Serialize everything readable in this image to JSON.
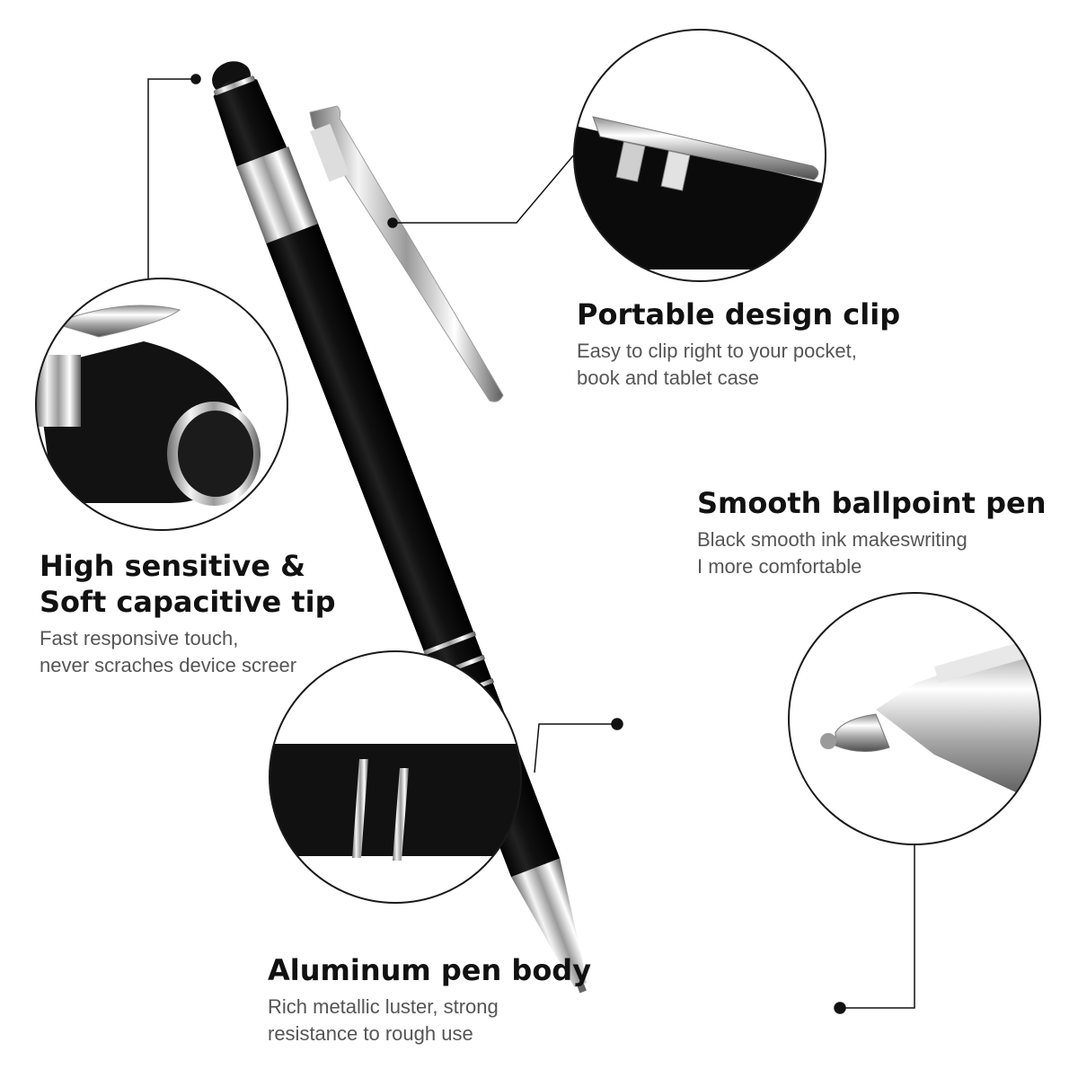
{
  "colors": {
    "pen_body": "#0d0d0d",
    "chrome": "#c9c9c9",
    "text_title": "#111111",
    "text_desc": "#555555",
    "circle_border": "#1a1a1a"
  },
  "features": {
    "clip": {
      "title": "Portable design clip",
      "desc_line1": "Easy to clip right to your pocket,",
      "desc_line2": "book and tablet case"
    },
    "ballpoint": {
      "title": "Smooth ballpoint pen",
      "desc_line1": "Black smooth ink makeswriting",
      "desc_line2": "I more comfortable"
    },
    "tip": {
      "title_line1": "High sensitive &",
      "title_line2": "Soft capacitive tip",
      "desc_line1": "Fast responsive touch,",
      "desc_line2": "never scraches device screer"
    },
    "body": {
      "title": "Aluminum pen body",
      "desc_line1": "Rich metallic luster, strong",
      "desc_line2": "resistance to rough use"
    }
  }
}
